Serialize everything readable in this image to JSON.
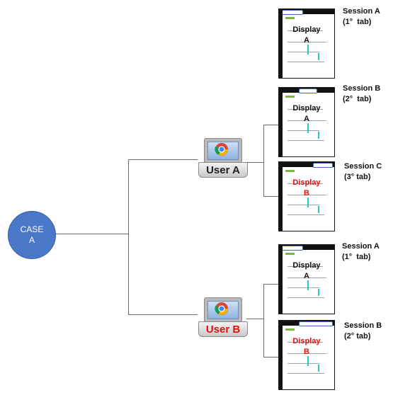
{
  "case": {
    "line1": "CASE",
    "line2": "A",
    "color": "#4a78c8"
  },
  "users": [
    {
      "label": "User A",
      "label_color": "#222222"
    },
    {
      "label": "User B",
      "label_color": "#e01010"
    }
  ],
  "sessions": [
    {
      "name": "Session A",
      "tab": "(1°  tab)",
      "display_line1": "Display",
      "display_line2": "A",
      "display_color": "black"
    },
    {
      "name": "Session B",
      "tab": "(2°  tab)",
      "display_line1": "Display",
      "display_line2": "A",
      "display_color": "black"
    },
    {
      "name": "Session C",
      "tab": "(3° tab)",
      "display_line1": "Display",
      "display_line2": "B",
      "display_color": "red"
    },
    {
      "name": "Session A",
      "tab": "(1°  tab)",
      "display_line1": "Display",
      "display_line2": "A",
      "display_color": "black"
    },
    {
      "name": "Session B",
      "tab": "(2° tab)",
      "display_line1": "Display",
      "display_line2": "B",
      "display_color": "red"
    }
  ],
  "colors": {
    "line": "#6b6b6b",
    "red_text": "#e01010",
    "tab_border": "#3a67c4",
    "chart_cyan": "#2ec7c7"
  },
  "icons": {
    "browser": "chrome-icon",
    "device": "laptop-icon"
  }
}
